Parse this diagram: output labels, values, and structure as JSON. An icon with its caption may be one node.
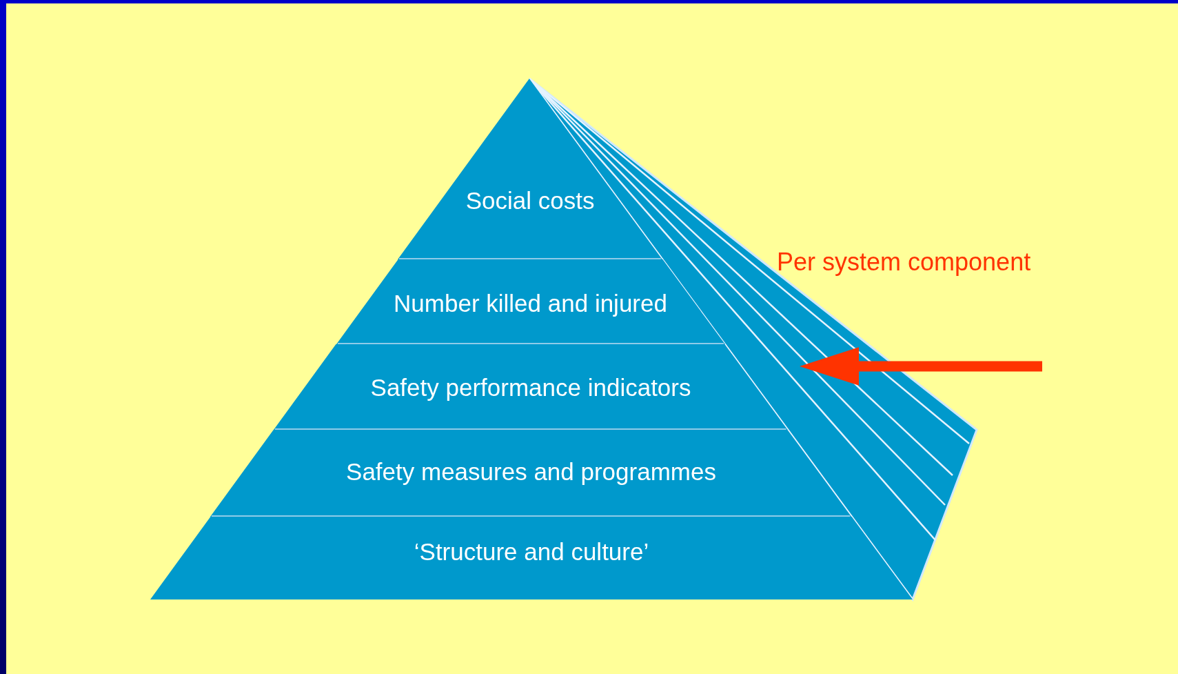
{
  "diagram": {
    "nodes": [
      {
        "text": [
          "Social costs"
        ]
      },
      {
        "text": [
          "Number killed and injured"
        ]
      },
      {
        "text": [
          "Safety performance indicators"
        ]
      },
      {
        "text": [
          "Safety measures and programmes"
        ]
      },
      {
        "text": [
          "‘Structure and culture’"
        ]
      },
      {
        "text": [],
        "shape": "triangle"
      }
    ],
    "edges": [
      {
        "from": null,
        "to": 5,
        "arrow": "to"
      }
    ],
    "labels": [
      "Per system component"
    ]
  }
}
